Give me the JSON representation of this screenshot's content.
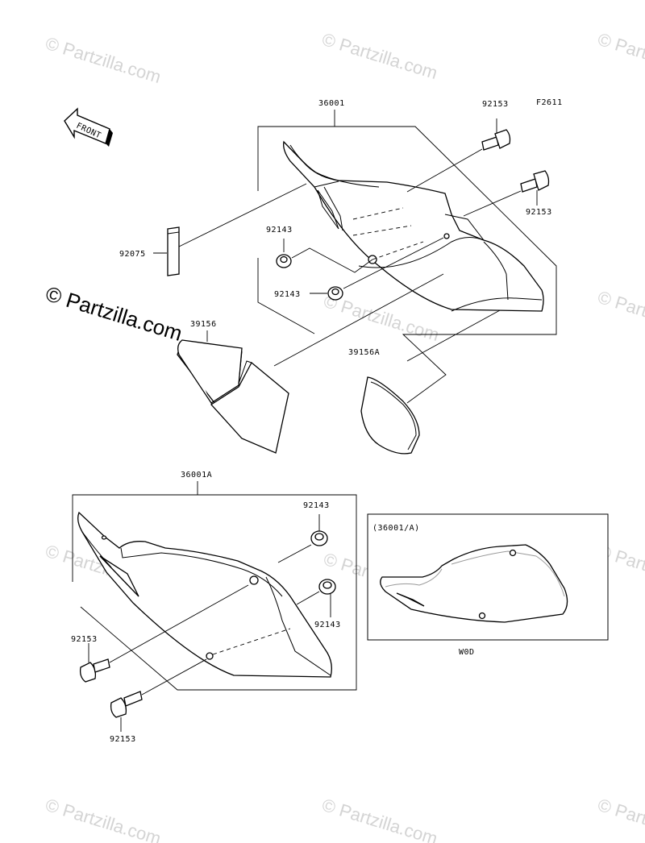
{
  "diagram": {
    "code": "F2611",
    "front_label": "FRONT",
    "inset_ref": "(36001/A)",
    "inset_caption": "W0D",
    "callouts": {
      "cover_main": "36001",
      "bolt_top_1": "92153",
      "bolt_top_2": "92153",
      "pad": "92075",
      "grommet_top_1": "92143",
      "grommet_top_2": "92143",
      "decal_left": "39156",
      "decal_right": "39156A",
      "cover_lower": "36001A",
      "grommet_low_1": "92143",
      "grommet_low_2": "92143",
      "bolt_low_1": "92153",
      "bolt_low_2": "92153"
    }
  },
  "watermark": {
    "small": "© Partzilla.com",
    "large": "© Partzilla.com"
  }
}
